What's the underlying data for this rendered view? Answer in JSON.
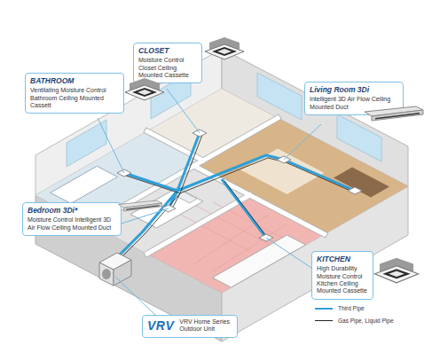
{
  "diagram": {
    "nodes": [
      {
        "text": [
          "CLOSET",
          "Moisture Control Closet Ceiling Mounted Cassette"
        ]
      },
      {
        "text": [
          "BATHROOM",
          "Ventilating Moisture Control Bathroom Ceiling Mounted Cassett"
        ]
      },
      {
        "text": [
          "Living Room 3Di",
          "Intelligent 3D Air Flow Ceiling Mounted Duct"
        ]
      },
      {
        "text": [
          "Bedroom 3Di*",
          "Moisture Control Intelligent 3D Air Flow Ceiling Mounted Duct"
        ]
      },
      {
        "text": [
          "KITCHEN",
          "High Durability Moisture Control Kitchen Ceiling Mounted Cassette"
        ]
      },
      {
        "text": [
          "VRV",
          "VRV Home Series Outdoor Unit"
        ]
      }
    ],
    "legend": [
      {
        "text": "Third Pipe"
      },
      {
        "text": "Gas Pipe, Liquid Pipe"
      }
    ]
  }
}
